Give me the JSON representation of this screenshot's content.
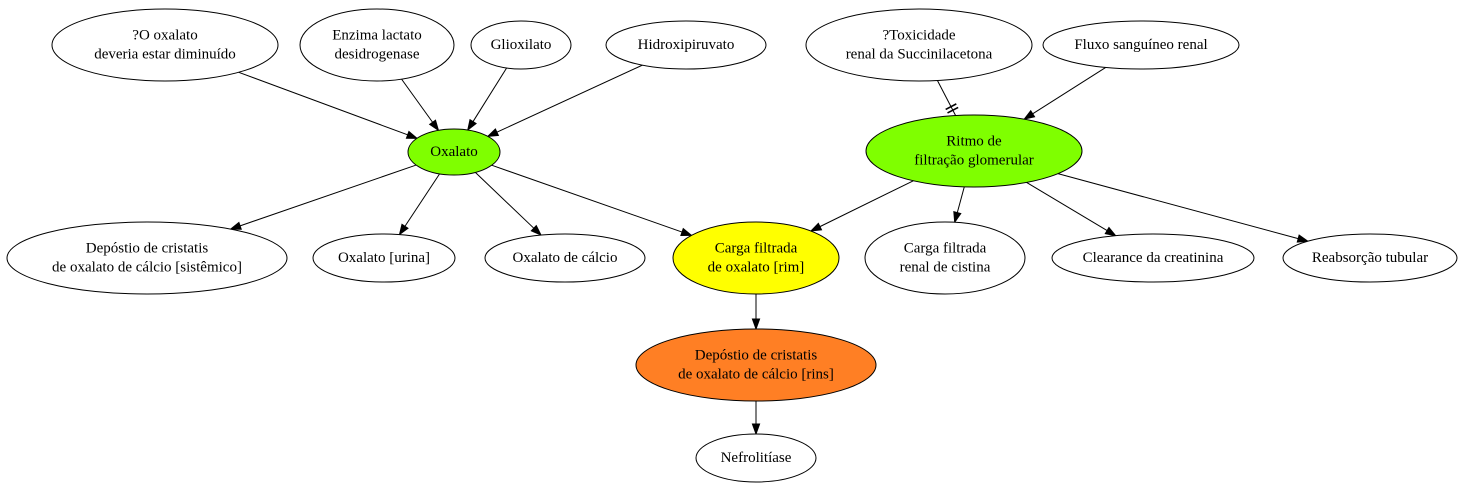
{
  "nodes": {
    "n_oxalato_dim": {
      "lines": [
        "?O oxalato",
        "deveria estar diminuído"
      ],
      "color": "#ffffff"
    },
    "n_ldh": {
      "lines": [
        "Enzima lactato",
        "desidrogenase"
      ],
      "color": "#ffffff"
    },
    "n_glioxilato": {
      "lines": [
        "Glioxilato"
      ],
      "color": "#ffffff"
    },
    "n_hidroxipiruvato": {
      "lines": [
        "Hidroxipiruvato"
      ],
      "color": "#ffffff"
    },
    "n_toxicidade": {
      "lines": [
        "?Toxicidade",
        "renal da Succinilacetona"
      ],
      "color": "#ffffff"
    },
    "n_fluxo": {
      "lines": [
        "Fluxo sanguíneo renal"
      ],
      "color": "#ffffff"
    },
    "n_oxalato": {
      "lines": [
        "Oxalato"
      ],
      "color": "#7fff00"
    },
    "n_ritmo": {
      "lines": [
        "Ritmo de",
        "filtração glomerular"
      ],
      "color": "#7fff00"
    },
    "n_deposito_sist": {
      "lines": [
        "Depóstio de cristatis",
        "de oxalato de cálcio [sistêmico]"
      ],
      "color": "#ffffff"
    },
    "n_oxalato_urina": {
      "lines": [
        "Oxalato [urina]"
      ],
      "color": "#ffffff"
    },
    "n_oxalato_calcio": {
      "lines": [
        "Oxalato de cálcio"
      ],
      "color": "#ffffff"
    },
    "n_carga_oxalato": {
      "lines": [
        "Carga filtrada",
        "de oxalato [rim]"
      ],
      "color": "#ffff00"
    },
    "n_carga_cistina": {
      "lines": [
        "Carga filtrada",
        "renal de cistina"
      ],
      "color": "#ffffff"
    },
    "n_clearance": {
      "lines": [
        "Clearance da creatinina"
      ],
      "color": "#ffffff"
    },
    "n_reabsorcao": {
      "lines": [
        "Reabsorção tubular"
      ],
      "color": "#ffffff"
    },
    "n_deposito_rins": {
      "lines": [
        "Depóstio de cristatis",
        "de oxalato de cálcio [rins]"
      ],
      "color": "#ff7f24"
    },
    "n_nefrolitiase": {
      "lines": [
        "Nefrolitíase"
      ],
      "color": "#ffffff"
    }
  },
  "edges": [
    {
      "from": "n_oxalato_dim",
      "to": "n_oxalato",
      "type": "arrow"
    },
    {
      "from": "n_ldh",
      "to": "n_oxalato",
      "type": "arrow"
    },
    {
      "from": "n_glioxilato",
      "to": "n_oxalato",
      "type": "arrow"
    },
    {
      "from": "n_hidroxipiruvato",
      "to": "n_oxalato",
      "type": "arrow"
    },
    {
      "from": "n_toxicidade",
      "to": "n_ritmo",
      "type": "inhibit"
    },
    {
      "from": "n_fluxo",
      "to": "n_ritmo",
      "type": "arrow"
    },
    {
      "from": "n_oxalato",
      "to": "n_deposito_sist",
      "type": "arrow"
    },
    {
      "from": "n_oxalato",
      "to": "n_oxalato_urina",
      "type": "arrow"
    },
    {
      "from": "n_oxalato",
      "to": "n_oxalato_calcio",
      "type": "arrow"
    },
    {
      "from": "n_oxalato",
      "to": "n_carga_oxalato",
      "type": "arrow"
    },
    {
      "from": "n_ritmo",
      "to": "n_carga_oxalato",
      "type": "arrow"
    },
    {
      "from": "n_ritmo",
      "to": "n_carga_cistina",
      "type": "arrow"
    },
    {
      "from": "n_ritmo",
      "to": "n_clearance",
      "type": "arrow"
    },
    {
      "from": "n_ritmo",
      "to": "n_reabsorcao",
      "type": "arrow"
    },
    {
      "from": "n_carga_oxalato",
      "to": "n_deposito_rins",
      "type": "arrow"
    },
    {
      "from": "n_deposito_rins",
      "to": "n_nefrolitiase",
      "type": "arrow"
    }
  ]
}
